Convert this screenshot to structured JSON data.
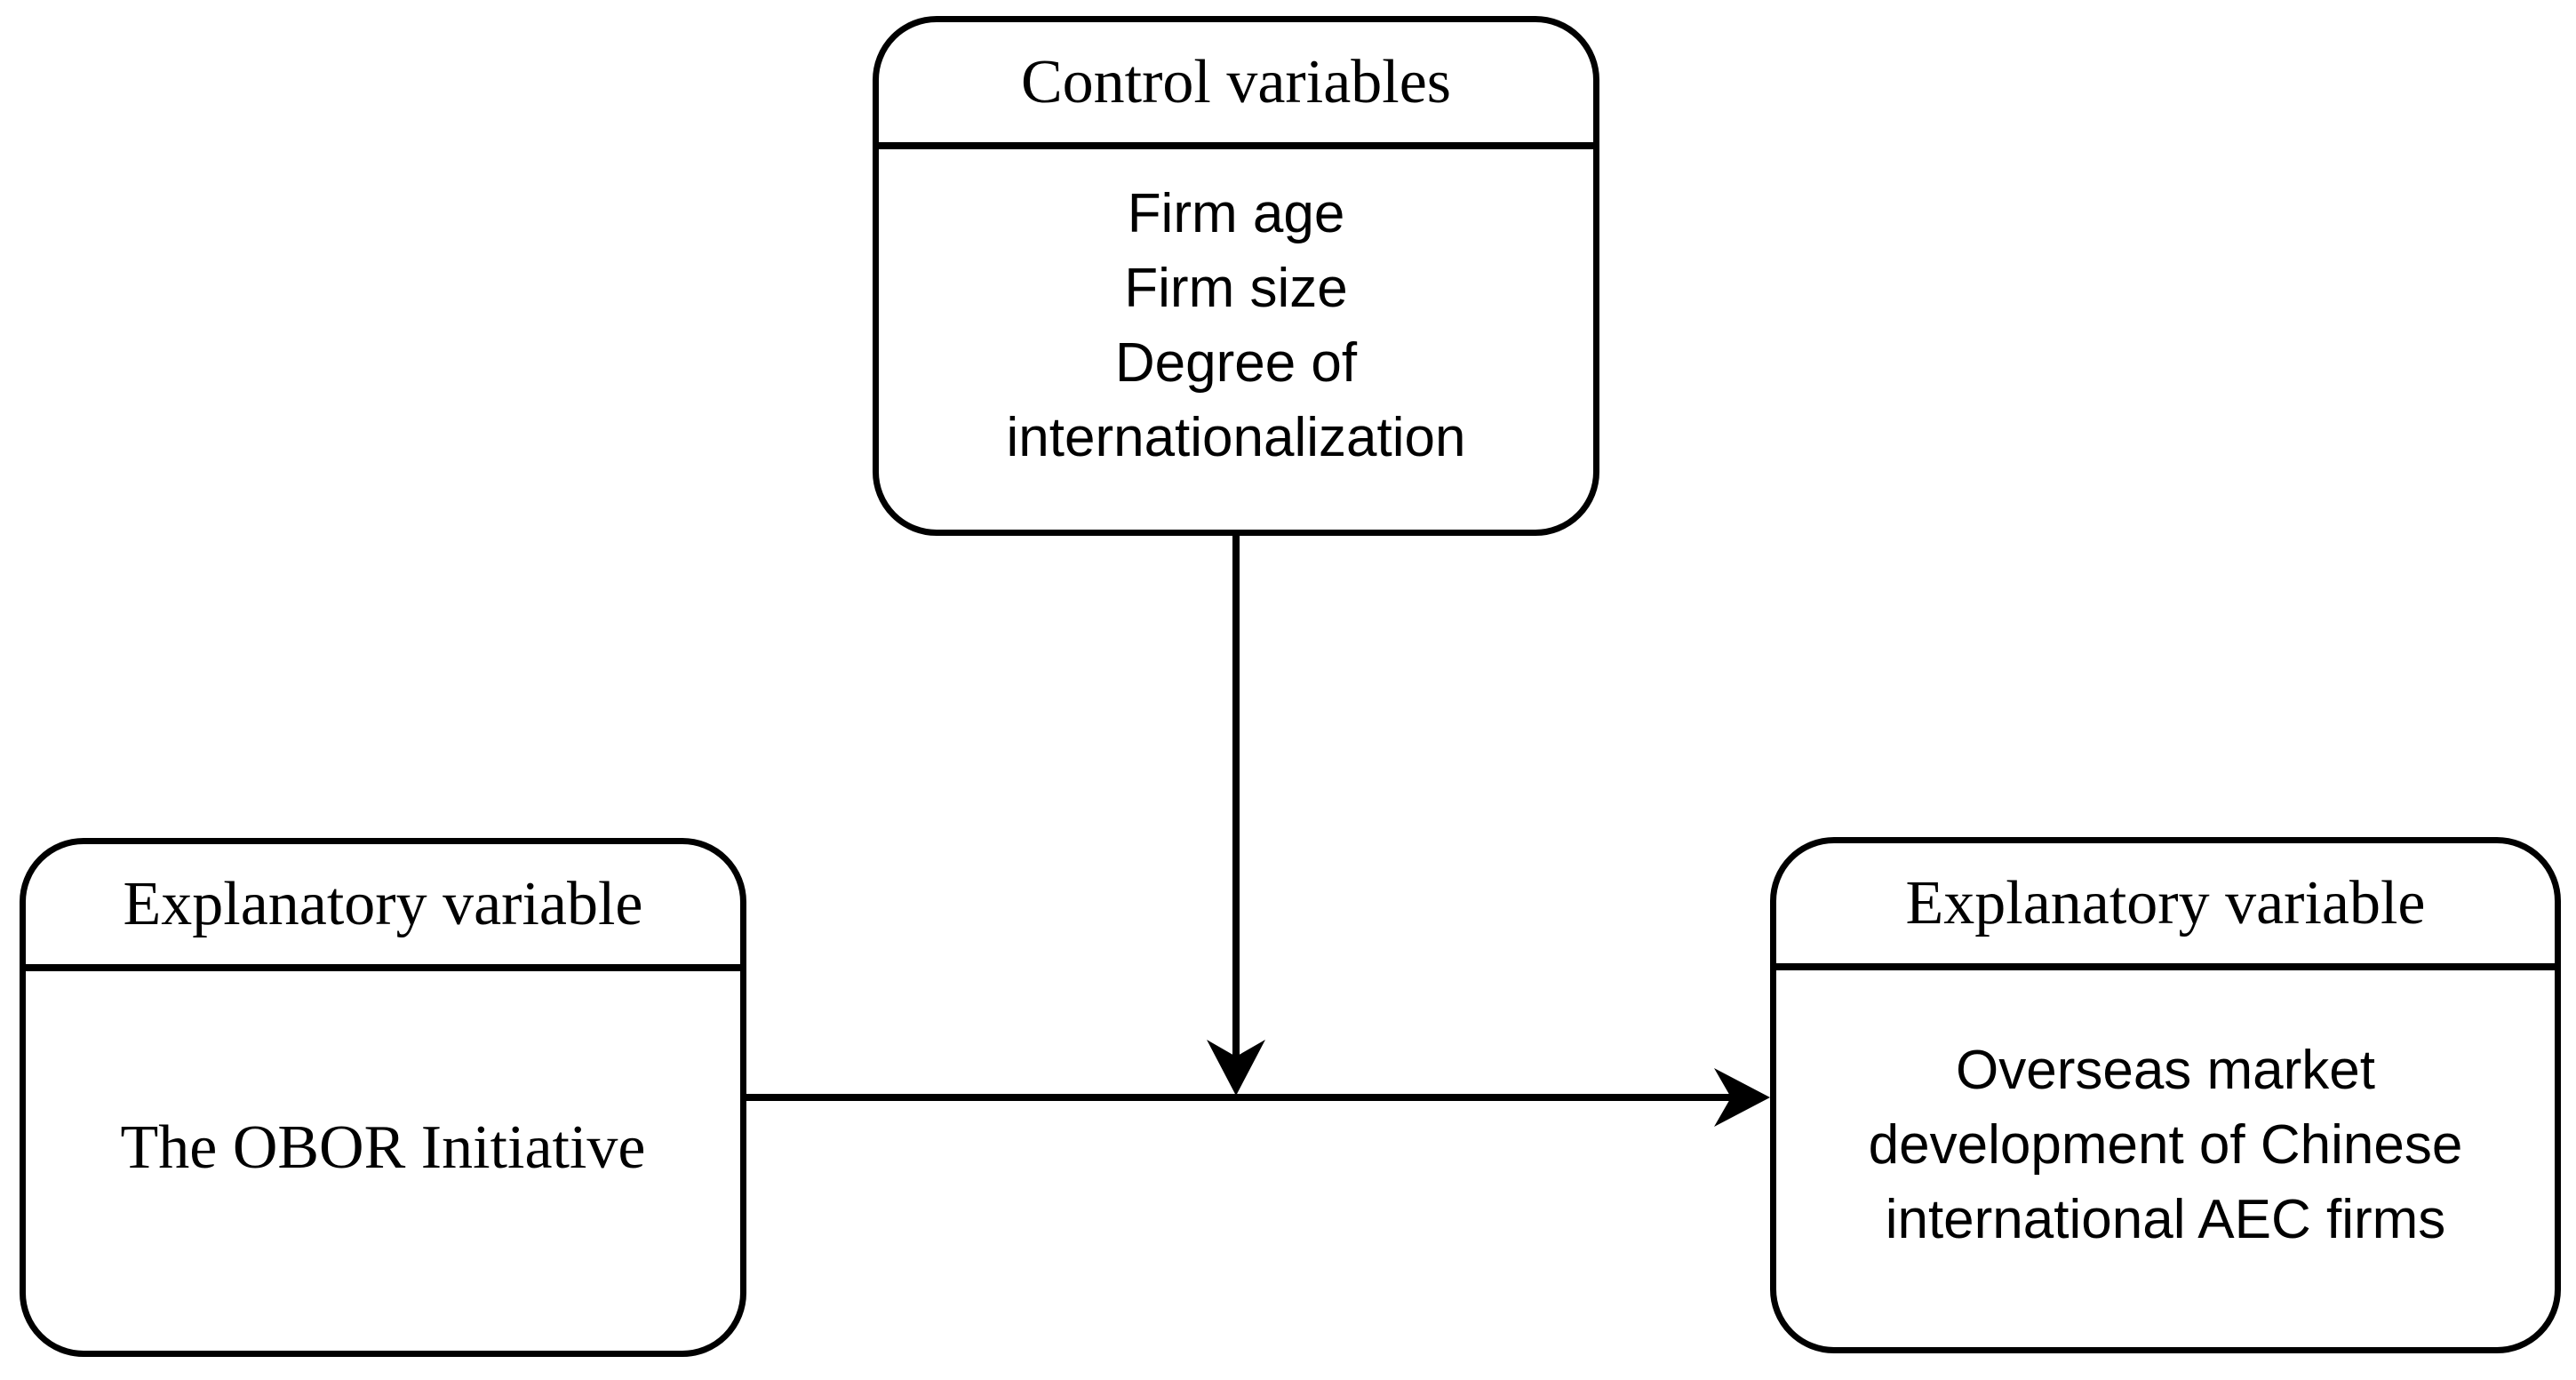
{
  "diagram": {
    "colors": {
      "stroke": "#000000",
      "background": "#ffffff",
      "text": "#000000"
    },
    "nodes": {
      "control_variables": {
        "title": "Control variables",
        "body_lines": [
          "Firm age",
          "Firm size",
          "Degree of",
          "internationalization"
        ]
      },
      "explanatory_left": {
        "title": "Explanatory variable",
        "body_lines": [
          "The OBOR Initiative"
        ]
      },
      "explanatory_right": {
        "title": "Explanatory variable",
        "body_lines": [
          "Overseas market",
          "development of Chinese",
          "international AEC firms"
        ]
      }
    },
    "edges": [
      {
        "from": "control_variables",
        "to": "obor_to_overseas_path",
        "direction": "down"
      },
      {
        "from": "explanatory_left",
        "to": "explanatory_right",
        "direction": "right"
      }
    ]
  }
}
